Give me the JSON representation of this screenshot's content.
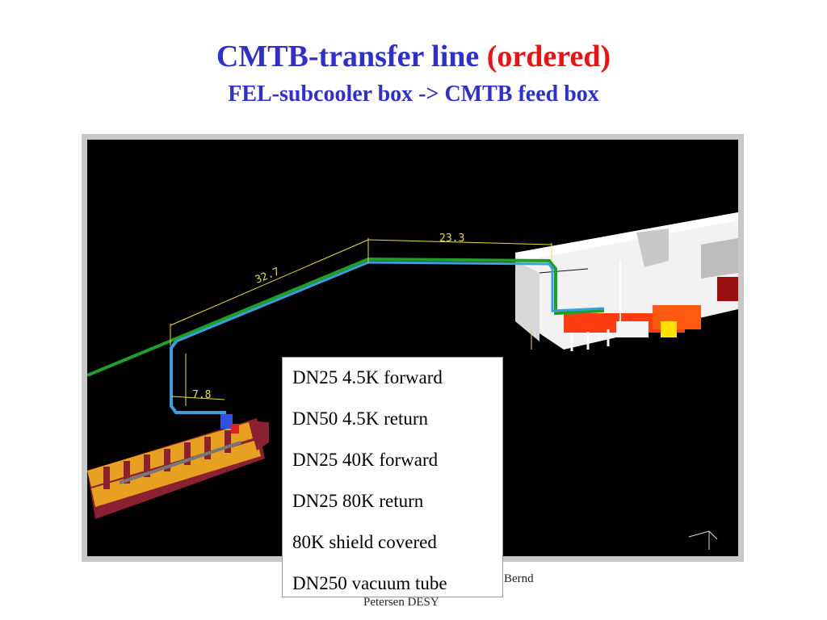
{
  "title": {
    "main": "CMTB-transfer line",
    "highlight": "(ordered)",
    "subtitle": "FEL-subcooler box  -> CMTB feed box"
  },
  "dimensions": [
    "23.3",
    "32.7",
    "7.8"
  ],
  "legend": [
    "DN25 4.5K  forward",
    "DN50 4.5K return",
    "DN25 40K  forward",
    "DN25 80K return",
    "80K shield covered",
    "DN250 vacuum tube"
  ],
  "footer": {
    "author_partial": "Bernd",
    "org_partial": "Petersen DESY"
  },
  "colors": {
    "title": "#2f2fd0",
    "highlight": "#ee1111",
    "pipe_green": "#1f9e2a",
    "pipe_blue": "#39a0e0",
    "dimension": "#e8e030",
    "module_orange": "#e8a020",
    "module_maroon": "#8a2030",
    "feedbox_red": "#ff3b10"
  }
}
